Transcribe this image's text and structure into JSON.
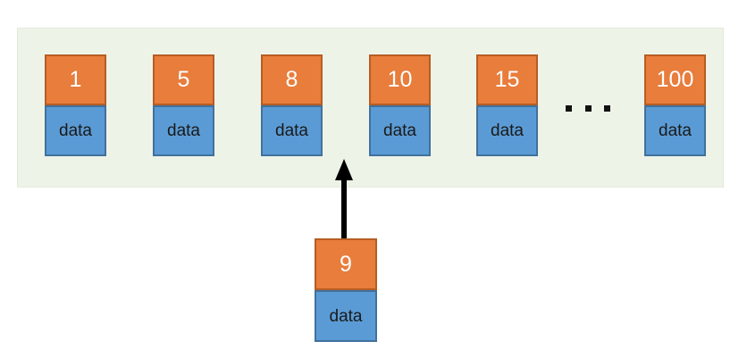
{
  "diagram": {
    "title": "sorted-array-insertion",
    "colors": {
      "panel_background": "#eef3e8",
      "panel_border": "#e3e9dc",
      "key_fill": "#e87d3c",
      "key_border": "#b75d23",
      "key_text": "#ffffff",
      "value_fill": "#5b9bd5",
      "value_border": "#41719c",
      "value_text": "#1a1a1a",
      "arrow": "#000000",
      "ellipsis_dot": "#111111",
      "canvas_background": "#ffffff"
    },
    "array": {
      "label": "array-container",
      "nodes": [
        {
          "key": "1",
          "value": "data"
        },
        {
          "key": "5",
          "value": "data"
        },
        {
          "key": "8",
          "value": "data"
        },
        {
          "key": "10",
          "value": "data"
        },
        {
          "key": "15",
          "value": "data"
        },
        {
          "key": "100",
          "value": "data"
        }
      ],
      "ellipsis": {
        "label": "more-elements-ellipsis",
        "dots": [
          "dot",
          "dot",
          "dot"
        ]
      }
    },
    "insertion": {
      "label": "inserted-node",
      "node": {
        "key": "9",
        "value": "data"
      },
      "arrow": {
        "label": "insertion-arrow",
        "direction": "up"
      }
    }
  }
}
